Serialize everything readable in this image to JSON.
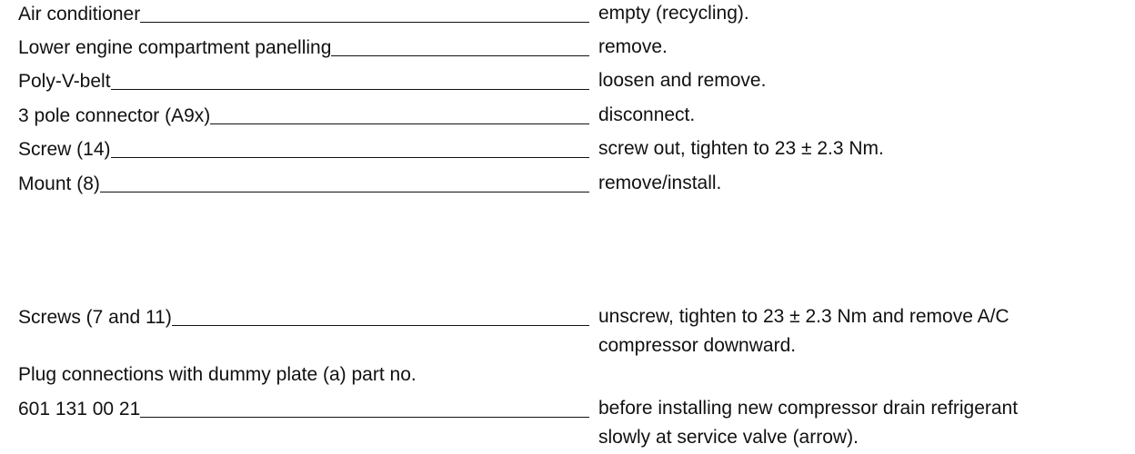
{
  "steps": [
    {
      "label": "Air conditioner",
      "action": "empty (recycling)."
    },
    {
      "label": "Lower engine compartment panelling",
      "action": "remove."
    },
    {
      "label": "Poly-V-belt",
      "action": "loosen and remove."
    },
    {
      "label": "3 pole connector (A9x)",
      "action": "disconnect."
    },
    {
      "label": "Screw (14)",
      "action": "screw out, tighten to 23 ± 2.3 Nm."
    },
    {
      "label": "Mount (8)",
      "action": "remove/install."
    }
  ],
  "steps2": {
    "screws": {
      "label": "Screws (7 and 11)",
      "action_line1": "unscrew, tighten to 23 ± 2.3 Nm and remove A/C",
      "action_line2": "compressor downward."
    },
    "plug": {
      "intro": "Plug connections with dummy plate (a) part no.",
      "label": "601 131 00 21",
      "action_line1": "before installing new compressor drain refrigerant",
      "action_line2": "slowly at service valve (arrow)."
    }
  }
}
